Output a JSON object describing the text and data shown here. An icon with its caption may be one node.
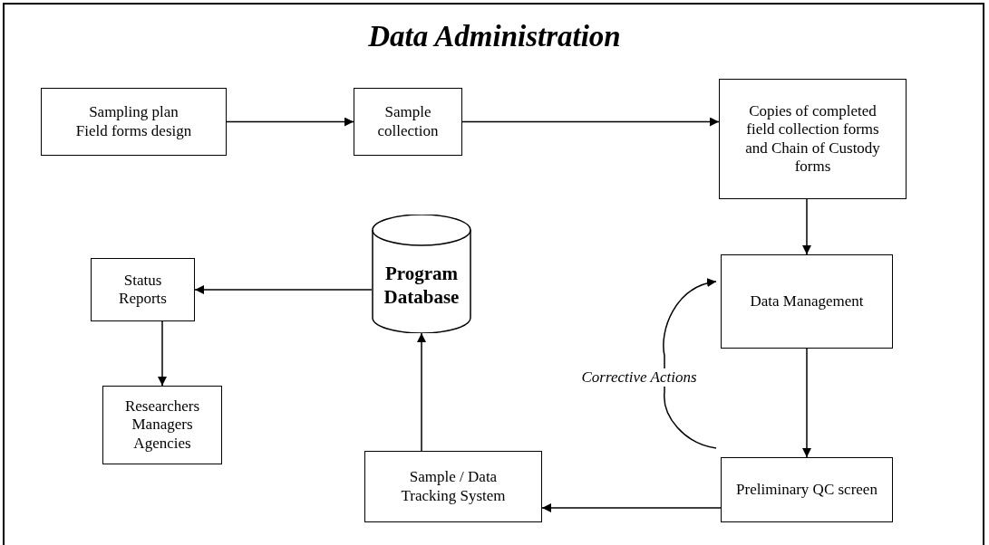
{
  "diagram": {
    "title": "Data Administration",
    "nodes": [
      {
        "text": [
          "Sampling plan Field forms design"
        ]
      },
      {
        "text": [
          "Sample collection"
        ]
      },
      {
        "text": [
          "Copies of completed field collection forms and Chain of Custody forms"
        ]
      },
      {
        "text": [
          "Data Management"
        ]
      },
      {
        "text": [
          "Preliminary QC screen"
        ]
      },
      {
        "text": [
          "Sample / Data Tracking System"
        ]
      },
      {
        "text": [
          "Program Database"
        ]
      },
      {
        "text": [
          "Status Reports"
        ]
      },
      {
        "text": [
          "Researchers Managers Agencies"
        ]
      }
    ],
    "edges": [
      {
        "from": 0,
        "to": 1,
        "arrow": "to"
      },
      {
        "from": 1,
        "to": 2,
        "arrow": "to"
      },
      {
        "from": 2,
        "to": 3,
        "arrow": "to"
      },
      {
        "from": 3,
        "to": 4,
        "arrow": "to"
      },
      {
        "from": 4,
        "to": 3,
        "arrow": "to",
        "label": "Corrective Actions"
      },
      {
        "from": 4,
        "to": 5,
        "arrow": "to"
      },
      {
        "from": 5,
        "to": 6,
        "arrow": "to"
      },
      {
        "from": 6,
        "to": 7,
        "arrow": "to"
      },
      {
        "from": 7,
        "to": 8,
        "arrow": "to"
      }
    ]
  }
}
